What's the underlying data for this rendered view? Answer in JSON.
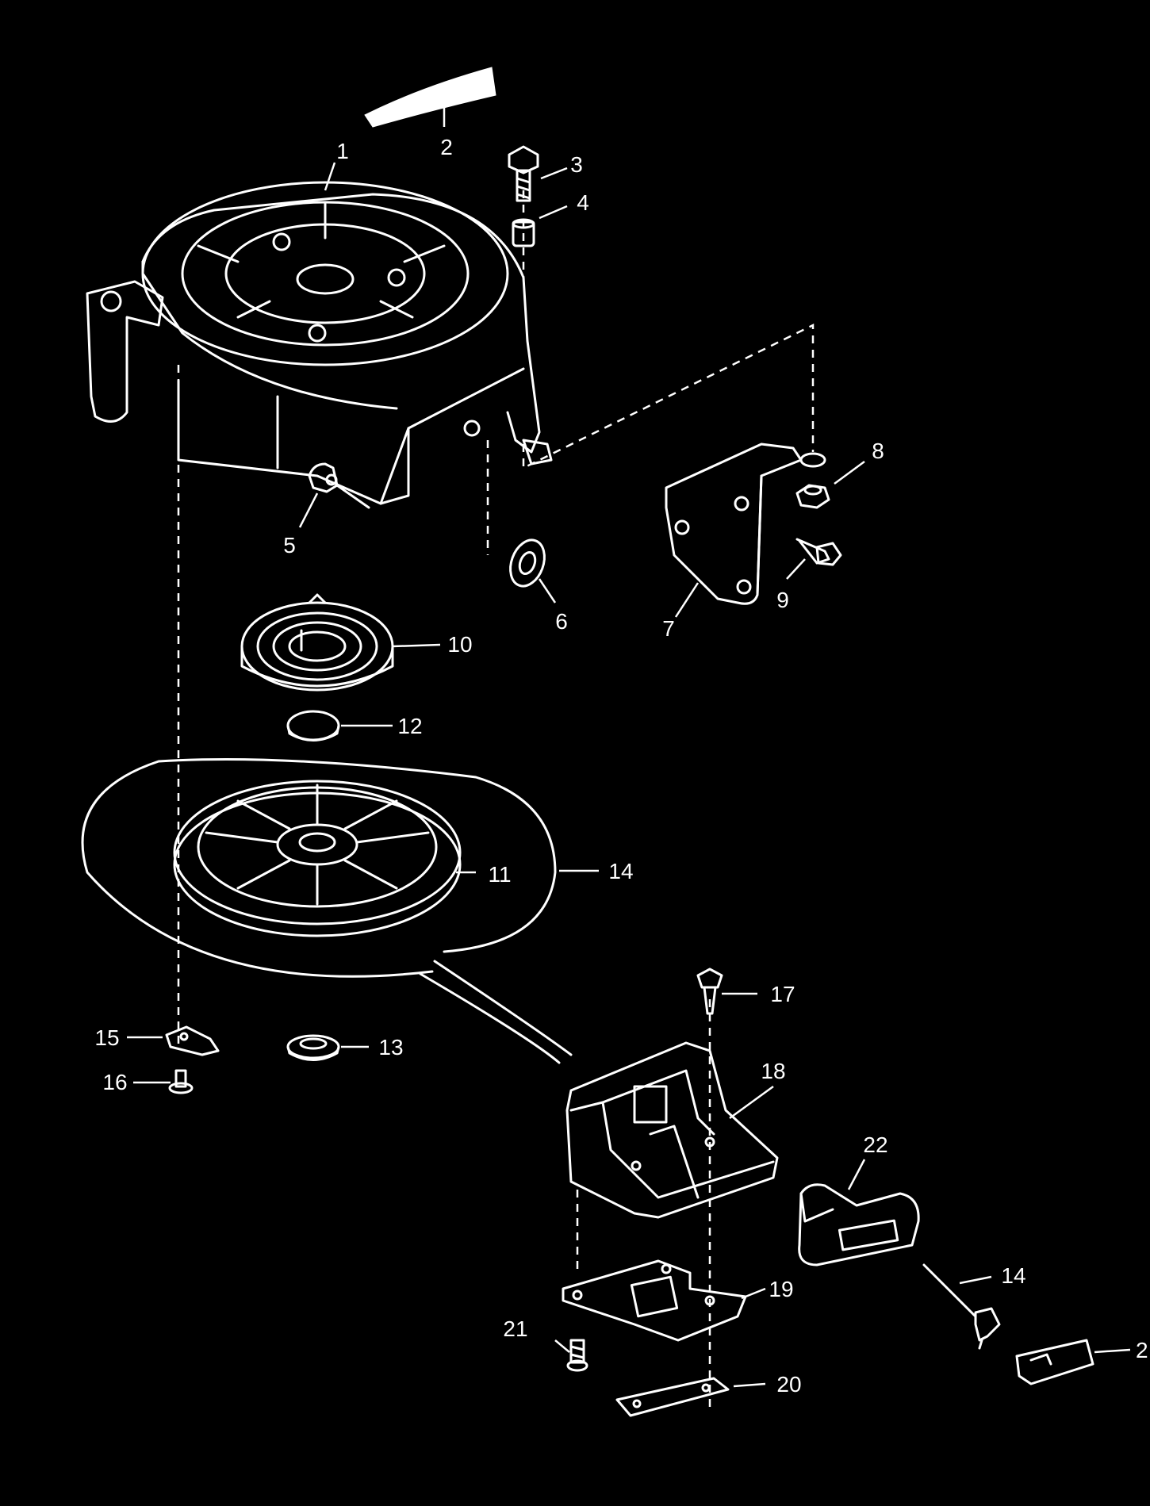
{
  "diagram": {
    "colors": {
      "background": "#000000",
      "line": "#ffffff"
    },
    "callouts": {
      "c1": "1",
      "c2": "2",
      "c3": "3",
      "c4": "4",
      "c5": "5",
      "c6": "6",
      "c7": "7",
      "c8": "8",
      "c9": "9",
      "c10": "10",
      "c11": "11",
      "c12": "12",
      "c13": "13",
      "c14a": "14",
      "c14b": "14",
      "c15": "15",
      "c16": "16",
      "c17": "17",
      "c18": "18",
      "c19": "19",
      "c20": "20",
      "c21": "21",
      "c22": "22",
      "c23": "2"
    }
  }
}
